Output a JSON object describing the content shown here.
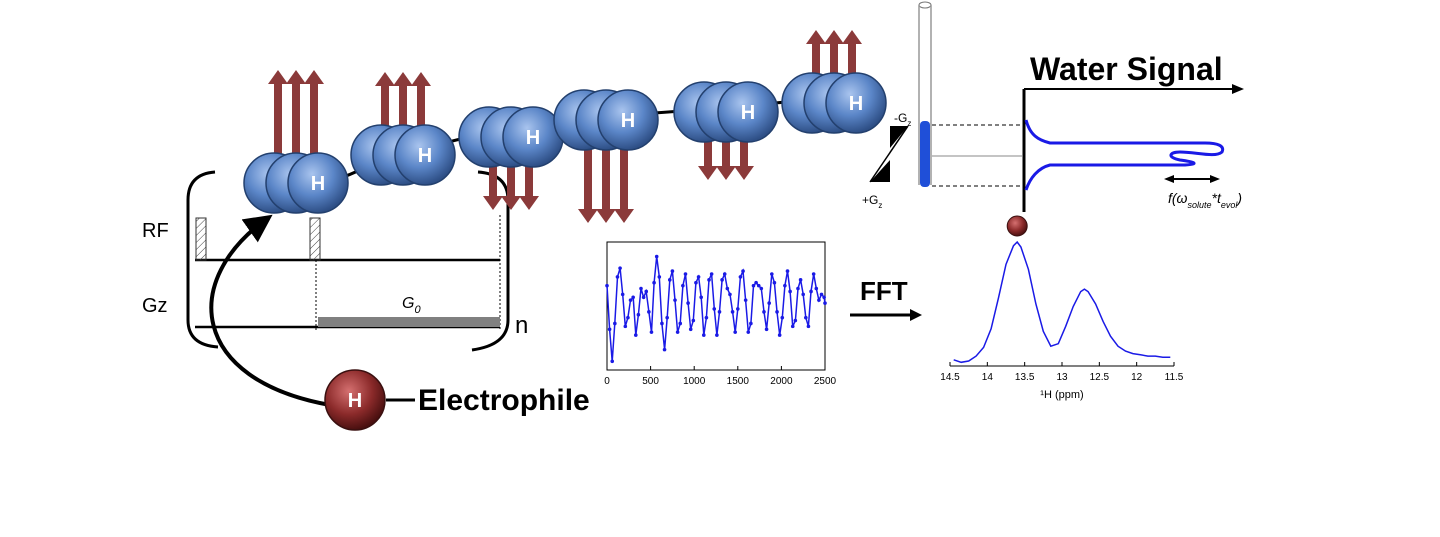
{
  "sequence": {
    "rf_label": "RF",
    "gz_label": "Gz",
    "gradient_label": "G",
    "gradient_subscript": "0",
    "repeat_label": "n"
  },
  "atom_label": "H",
  "electrophile": {
    "atom": "H",
    "label": "Electrophile"
  },
  "tube": {
    "neg_gradient": "-G",
    "pos_gradient": "+G",
    "gradient_subscript": "z"
  },
  "water_signal": {
    "title": "Water Signal",
    "annotation": "f(ω",
    "annotation_sub1": "solute",
    "annotation_mid": "*t",
    "annotation_sub2": "evol",
    "annotation_end": ")"
  },
  "fft_label": "FFT",
  "colors": {
    "arrow": "#8b3a3a",
    "spin": "#5b86c8",
    "signal": "#1a1ae6",
    "electrophile": "#8b2a2a"
  },
  "chart_data": [
    {
      "type": "line",
      "title": "",
      "xlabel": "",
      "ylabel": "",
      "x_ticks": [
        0,
        500,
        1000,
        1500,
        2000,
        2500
      ],
      "xlim": [
        0,
        2500
      ],
      "ylim": [
        -1.1,
        1.1
      ],
      "grid": false,
      "series": [
        {
          "x": [
            0,
            30,
            60,
            90,
            120,
            150,
            180,
            210,
            240,
            270,
            300,
            330,
            360,
            390,
            420,
            450,
            480,
            510,
            540,
            570,
            600,
            630,
            660,
            690,
            720,
            750,
            780,
            810,
            840,
            870,
            900,
            930,
            960,
            990,
            1020,
            1050,
            1080,
            1110,
            1140,
            1170,
            1200,
            1230,
            1260,
            1290,
            1320,
            1350,
            1380,
            1410,
            1440,
            1470,
            1500,
            1530,
            1560,
            1590,
            1620,
            1650,
            1680,
            1710,
            1740,
            1770,
            1800,
            1830,
            1860,
            1890,
            1920,
            1950,
            1980,
            2010,
            2040,
            2070,
            2100,
            2130,
            2160,
            2190,
            2220,
            2250,
            2280,
            2310,
            2340,
            2370,
            2400,
            2430,
            2460,
            2490,
            2500
          ],
          "y": [
            0.35,
            -0.4,
            -0.95,
            -0.3,
            0.5,
            0.65,
            0.2,
            -0.35,
            -0.2,
            0.1,
            0.15,
            -0.5,
            -0.15,
            0.3,
            0.15,
            0.25,
            -0.1,
            -0.45,
            0.4,
            0.85,
            0.5,
            -0.3,
            -0.75,
            -0.2,
            0.45,
            0.6,
            0.1,
            -0.45,
            -0.3,
            0.35,
            0.55,
            0.05,
            -0.4,
            -0.25,
            0.4,
            0.5,
            0.15,
            -0.5,
            -0.2,
            0.45,
            0.55,
            -0.05,
            -0.5,
            -0.1,
            0.45,
            0.55,
            0.3,
            0.2,
            -0.1,
            -0.45,
            -0.05,
            0.5,
            0.6,
            0.1,
            -0.45,
            -0.3,
            0.35,
            0.4,
            0.35,
            0.3,
            -0.1,
            -0.4,
            0.05,
            0.55,
            0.4,
            -0.1,
            -0.5,
            -0.2,
            0.35,
            0.6,
            0.25,
            -0.35,
            -0.25,
            0.3,
            0.45,
            0.2,
            -0.2,
            -0.35,
            0.25,
            0.55,
            0.3,
            0.1,
            0.2,
            0.15,
            0.05
          ]
        }
      ]
    },
    {
      "type": "line",
      "title": "",
      "xlabel": "¹H (ppm)",
      "ylabel": "",
      "x_ticks": [
        14.5,
        14,
        13.5,
        13,
        12.5,
        12,
        11.5
      ],
      "xlim": [
        14.5,
        11.5
      ],
      "ylim": [
        0,
        1
      ],
      "grid": false,
      "series": [
        {
          "x": [
            14.45,
            14.35,
            14.25,
            14.15,
            14.05,
            13.95,
            13.85,
            13.75,
            13.65,
            13.6,
            13.55,
            13.45,
            13.35,
            13.25,
            13.15,
            13.05,
            12.95,
            12.85,
            12.75,
            12.7,
            12.65,
            12.55,
            12.45,
            12.35,
            12.25,
            12.15,
            12.05,
            11.95,
            11.85,
            11.75,
            11.65,
            11.55
          ],
          "y": [
            0.05,
            0.03,
            0.04,
            0.08,
            0.15,
            0.3,
            0.55,
            0.82,
            0.97,
            1.0,
            0.96,
            0.78,
            0.5,
            0.28,
            0.16,
            0.18,
            0.32,
            0.48,
            0.6,
            0.62,
            0.6,
            0.5,
            0.36,
            0.24,
            0.16,
            0.12,
            0.1,
            0.09,
            0.08,
            0.08,
            0.07,
            0.07
          ]
        }
      ]
    }
  ]
}
